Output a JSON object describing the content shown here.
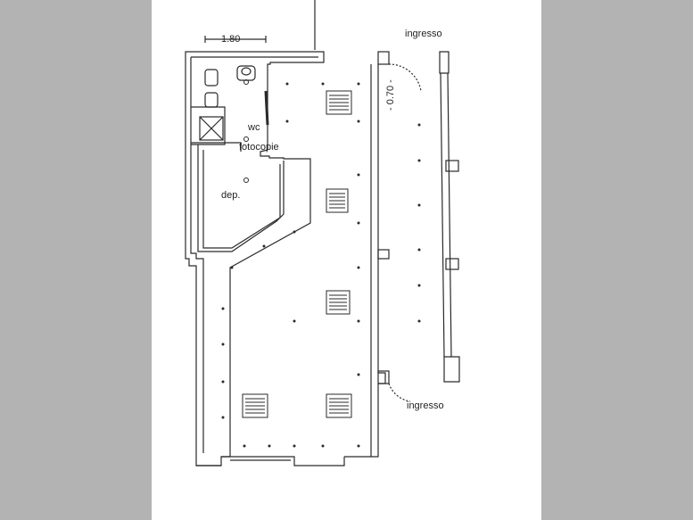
{
  "labels": {
    "dim_top": "1.80",
    "dim_side": "- 0.70 -",
    "entrance_top": "ingresso",
    "entrance_bottom": "ingresso",
    "wc": "wc",
    "copies": "fotocopie",
    "storage": "dep."
  },
  "colors": {
    "background": "#b3b3b3",
    "sheet": "#ffffff",
    "line": "#2a2a2a"
  }
}
